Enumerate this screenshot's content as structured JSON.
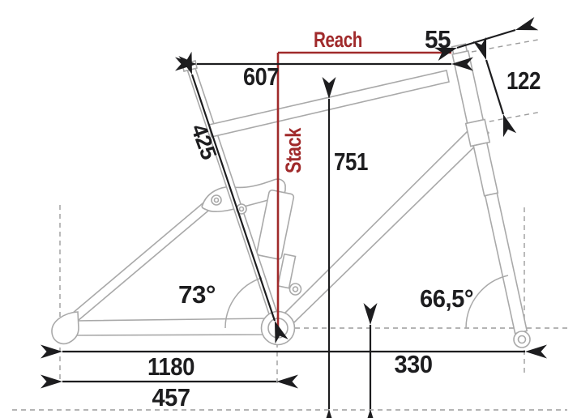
{
  "meta": {
    "title": "Bicycle frame geometry diagram"
  },
  "colors": {
    "accent": "#A02A2B",
    "ink": "#1D1D1F",
    "frame": "#A9A9A9",
    "dash": "#9C9C9C",
    "bg": "#FFFFFF"
  },
  "labels": {
    "reach": "Reach",
    "stack": "Stack"
  },
  "dims": {
    "top_tube_horizontal": "607",
    "seat_tube": "425",
    "stem_offset": "55",
    "head_tube": "122",
    "standover": "751",
    "seat_tube_angle": "73°",
    "head_tube_angle": "66,5°",
    "wheelbase": "1180",
    "chainstay": "457",
    "bb_height": "330"
  }
}
